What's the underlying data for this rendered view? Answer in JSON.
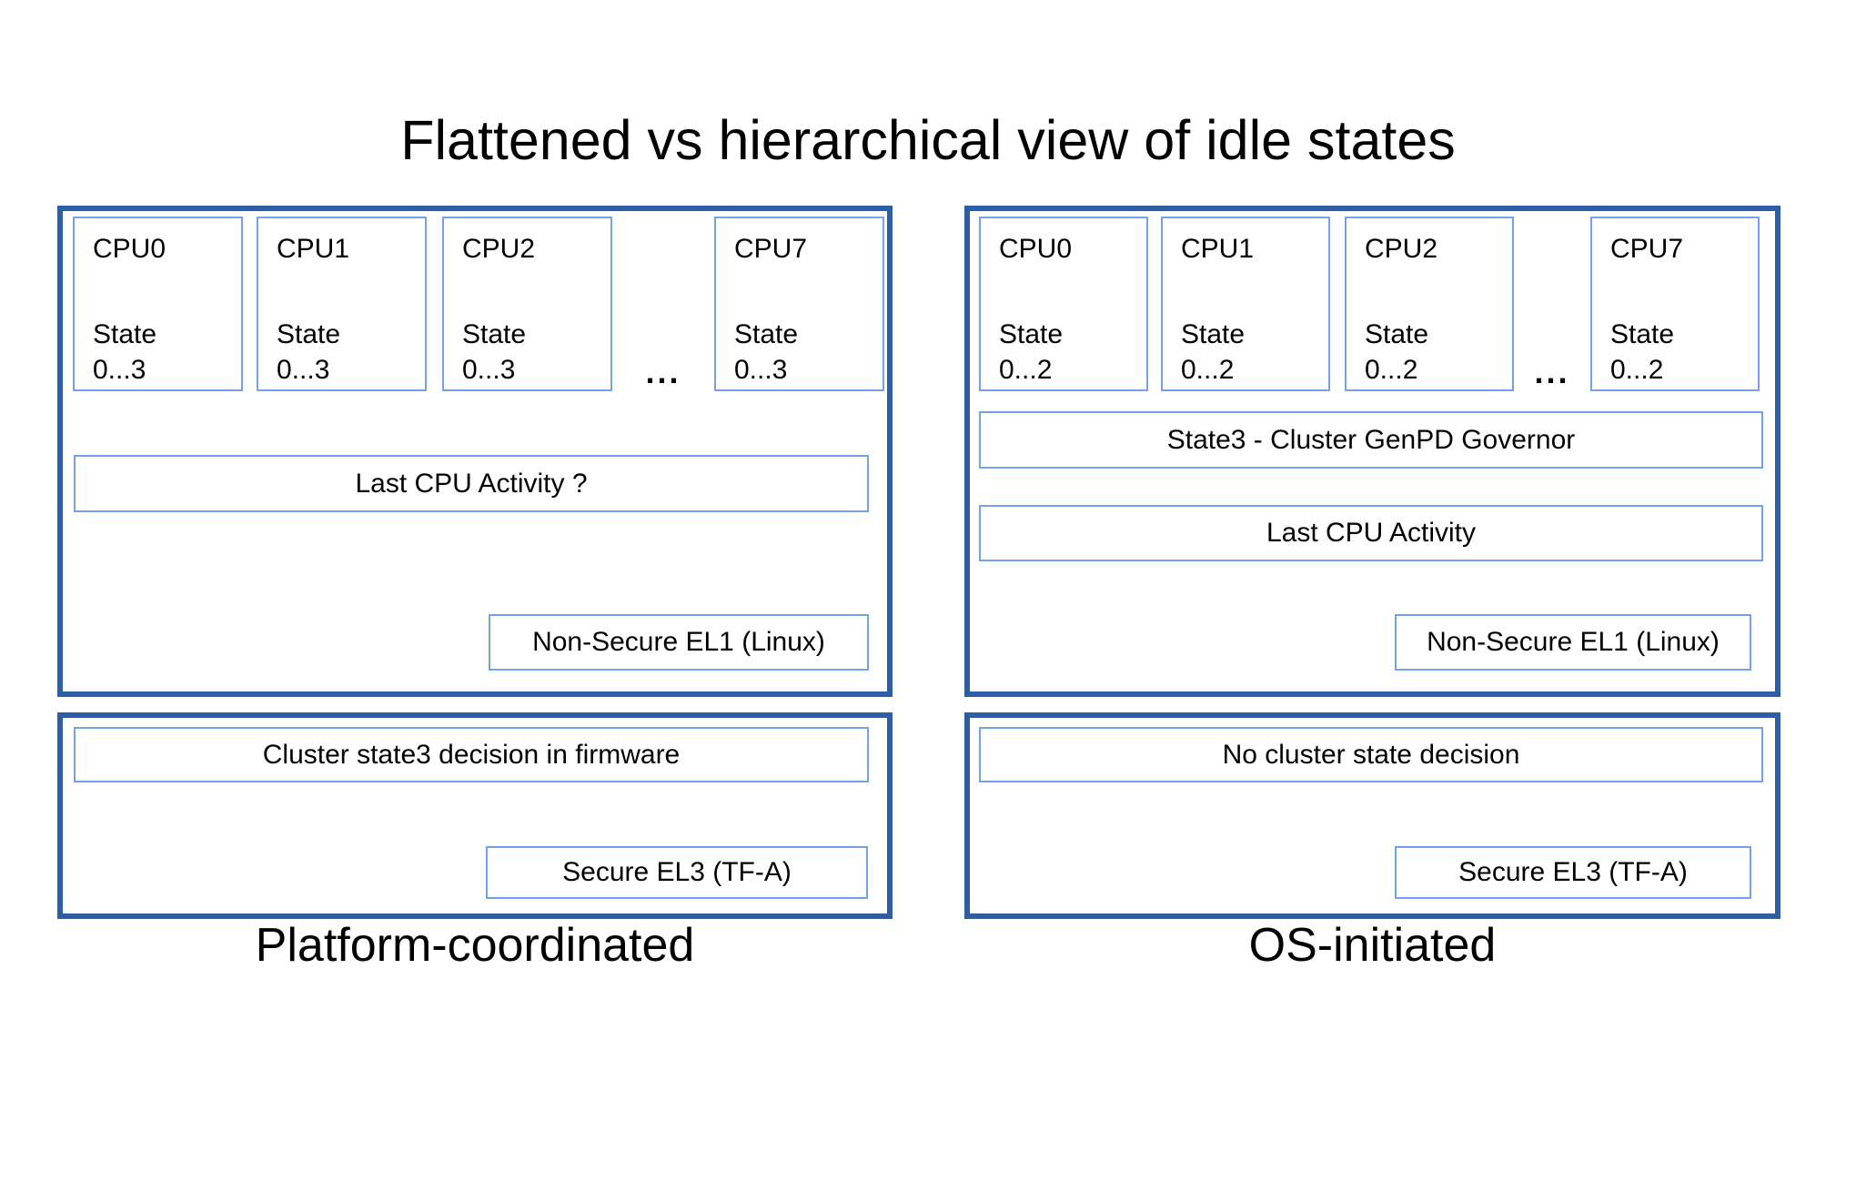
{
  "title": "Flattened vs hierarchical view of idle states",
  "colors": {
    "outer_border": "#2d5da5",
    "inner_border": "#74a2e8",
    "text_color": "#000000",
    "bg": "#ffffff"
  },
  "left": {
    "caption": "Platform-coordinated",
    "cpus": [
      {
        "name": "CPU0",
        "state": "State\n0...3"
      },
      {
        "name": "CPU1",
        "state": "State\n0...3"
      },
      {
        "name": "CPU2",
        "state": "State\n0...3"
      },
      {
        "name": "CPU7",
        "state": "State\n0...3"
      }
    ],
    "ellipsis": "...",
    "last_activity": "Last CPU Activity ?",
    "nonsecure": "Non-Secure EL1 (Linux)",
    "cluster_decision": "Cluster state3 decision in firmware",
    "secure": "Secure EL3 (TF-A)"
  },
  "right": {
    "caption": "OS-initiated",
    "cpus": [
      {
        "name": "CPU0",
        "state": "State\n0...2"
      },
      {
        "name": "CPU1",
        "state": "State\n0...2"
      },
      {
        "name": "CPU2",
        "state": "State\n0...2"
      },
      {
        "name": "CPU7",
        "state": "State\n0...2"
      }
    ],
    "ellipsis": "...",
    "governor": "State3 - Cluster GenPD Governor",
    "last_activity": "Last CPU Activity",
    "nonsecure": "Non-Secure EL1 (Linux)",
    "cluster_decision": "No cluster state decision",
    "secure": "Secure EL3 (TF-A)"
  }
}
